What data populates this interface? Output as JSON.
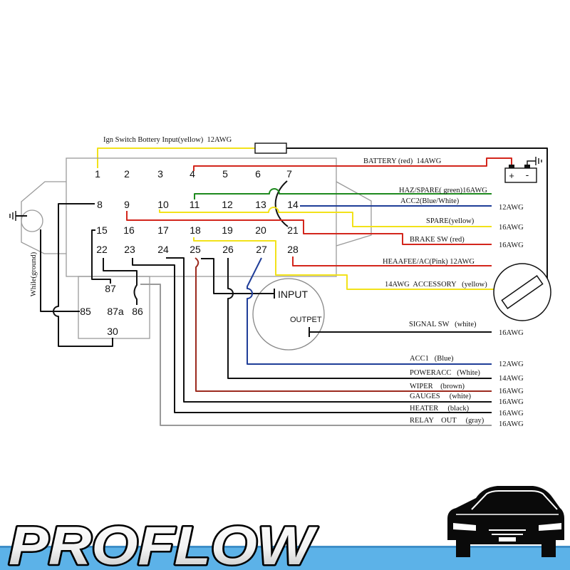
{
  "diagram": {
    "header_label": "Ign Switch Bottery Input(yellow)  12AWG",
    "pins": [
      "1",
      "2",
      "3",
      "4",
      "5",
      "6",
      "7",
      "8",
      "9",
      "10",
      "11",
      "12",
      "13",
      "14",
      "15",
      "16",
      "17",
      "18",
      "19",
      "20",
      "21",
      "22",
      "23",
      "24",
      "25",
      "26",
      "27",
      "28"
    ],
    "relay_pins": [
      "87",
      "85",
      "87a",
      "86",
      "30"
    ],
    "ground_label": "While(ground)",
    "input_label": "INPUT",
    "output_label": "OUTPET",
    "battery": {
      "plus": "+",
      "minus": "-"
    },
    "wires": {
      "battery": {
        "label": "BATTERY (red)  14AWG"
      },
      "haz_spare": {
        "label": "HAZ/SPARE( green)16AWG"
      },
      "acc2": {
        "label": "ACC2(Blue/White)",
        "gauge": "12AWG"
      },
      "spare": {
        "label": "SPARE(yellow)",
        "gauge": "16AWG"
      },
      "brake_sw": {
        "label": "BRAKE SW (red)",
        "gauge": "16AWG"
      },
      "heater_ac": {
        "label": "HEAAFEE/AC(Pink) 12AWG"
      },
      "accessory": {
        "label": "14AWG  ACCESSORY   (yellow)"
      },
      "signal_sw": {
        "label": "SIGNAL SW   (white)",
        "gauge": "16AWG"
      },
      "acc1": {
        "label": "ACC1   (Blue)",
        "gauge": "12AWG"
      },
      "poweracc": {
        "label": "POWERACC   (White)",
        "gauge": "14AWG"
      },
      "wiper": {
        "label": "WIPER    (brown)",
        "gauge": "16AWG"
      },
      "gauges": {
        "label": "GAUGES     (white)",
        "gauge": "16AWG"
      },
      "heater": {
        "label": "HEATER     (black)",
        "gauge": "16AWG"
      },
      "relay_out": {
        "label": "RELAY    OUT     (gray)",
        "gauge": "16AWG"
      }
    }
  },
  "wire_colors": {
    "red": "#d3261c",
    "green": "#1e8a1e",
    "blue": "#1f3d98",
    "yellow": "#f2e21a",
    "brown": "#9c2a1e",
    "black": "#111111",
    "gray": "#9a9a9a"
  },
  "brand": {
    "logo_text": "PROFLOW",
    "band_color": "#5cb2e8"
  }
}
